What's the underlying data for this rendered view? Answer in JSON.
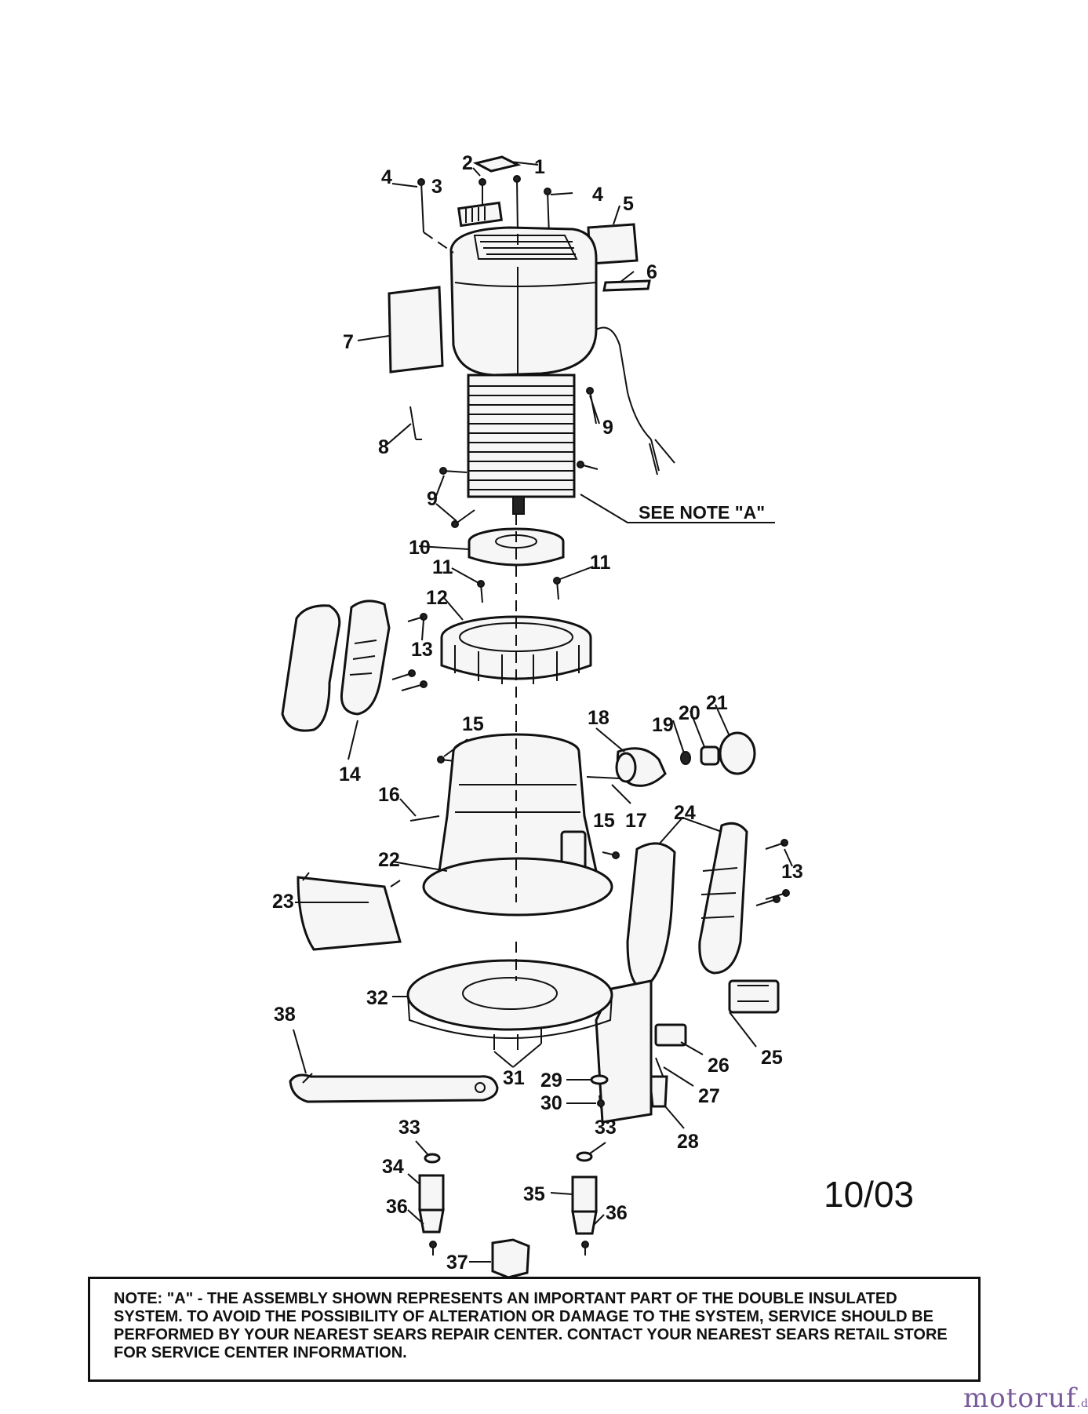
{
  "diagram": {
    "callouts": [
      "1",
      "2",
      "3",
      "4",
      "4",
      "5",
      "6",
      "7",
      "8",
      "9",
      "9",
      "10",
      "11",
      "11",
      "12",
      "13",
      "13",
      "14",
      "15",
      "15",
      "16",
      "17",
      "18",
      "19",
      "20",
      "21",
      "22",
      "23",
      "24",
      "25",
      "26",
      "27",
      "28",
      "29",
      "30",
      "31",
      "32",
      "33",
      "33",
      "34",
      "35",
      "36",
      "36",
      "37",
      "38"
    ],
    "see_note_label": "SEE NOTE \"A\"",
    "date_code": "10/03"
  },
  "note": {
    "prefix": "NOTE: \"A\" -",
    "text": "THE ASSEMBLY SHOWN REPRESENTS AN IMPORTANT PART OF THE DOUBLE INSULATED SYSTEM. TO AVOID THE POSSIBILITY OF ALTERATION OR DAMAGE TO THE SYSTEM, SERVICE SHOULD BE PERFORMED BY YOUR NEAREST SEARS REPAIR CENTER. CONTACT YOUR NEAREST SEARS RETAIL STORE FOR SERVICE CENTER INFORMATION."
  },
  "watermark": {
    "brand": "motoruf",
    "suffix": ".de"
  },
  "colors": {
    "ink": "#111111",
    "watermark": "#7a5a9a"
  }
}
